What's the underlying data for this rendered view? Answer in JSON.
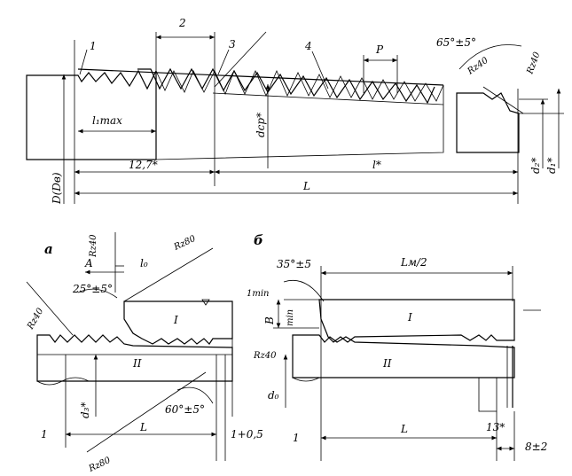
{
  "top_view": {
    "callouts": [
      "1",
      "2",
      "3",
      "4"
    ],
    "pitch": "P",
    "angle_top": "65°±5°",
    "rz_top_1": "Rz40",
    "rz_top_2": "Rz40",
    "l1max": "l₁max",
    "dcp": "dcp*",
    "dim_12_7": "12,7*",
    "dim_l_star": "l*",
    "dim_L": "L",
    "D_label": "D(Dв)",
    "d2_star": "d₂*",
    "d1_star": "d₁*"
  },
  "view_a": {
    "title": "а",
    "rz40_top": "Rz40",
    "rz80_top": "Rz80",
    "A": "A",
    "l0": "l₀",
    "angle_25": "25°±5°",
    "rz40_left": "Rz40",
    "part_I": "I",
    "part_II": "II",
    "d3": "d₃*",
    "angle_60": "60°±5°",
    "callout_1": "1",
    "dim_L": "L",
    "dim_1_0_5": "1+0,5",
    "rz80_bottom": "Rz80"
  },
  "view_b": {
    "title": "б",
    "angle_35": "35°±5",
    "Lm2": "Lм/2",
    "one_min": "1min",
    "B": "B",
    "min": "min",
    "rz40": "Rz40",
    "part_I": "I",
    "part_II": "II",
    "d0": "d₀",
    "callout_1": "1",
    "dim_L": "L",
    "dim_13": "13*",
    "dim_8_2": "8±2"
  }
}
